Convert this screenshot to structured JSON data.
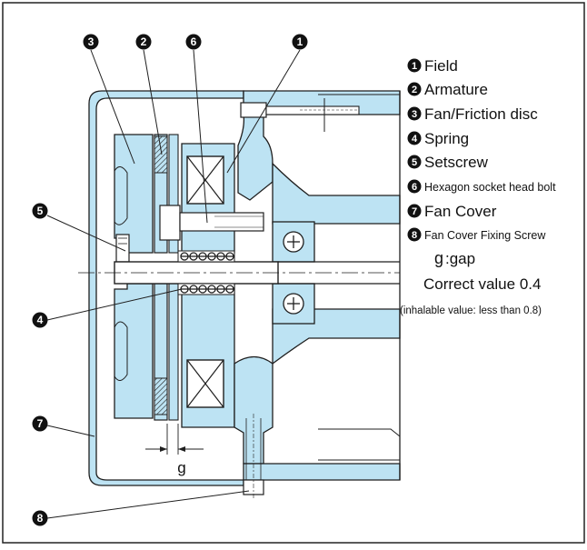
{
  "colors": {
    "part_fill": "#bde3f3",
    "outline": "#1f1f1f",
    "badge": "#111111",
    "background": "#ffffff"
  },
  "callouts": [
    "3",
    "2",
    "6",
    "1",
    "5",
    "4",
    "7",
    "8"
  ],
  "legend": [
    {
      "num": "1",
      "label": "Field"
    },
    {
      "num": "2",
      "label": "Armature"
    },
    {
      "num": "3",
      "label": "Fan/Friction disc"
    },
    {
      "num": "4",
      "label": "Spring"
    },
    {
      "num": "5",
      "label": "Setscrew"
    },
    {
      "num": "6",
      "label": "Hexagon socket head bolt"
    },
    {
      "num": "7",
      "label": "Fan Cover"
    },
    {
      "num": "8",
      "label": "Fan Cover Fixing Screw"
    }
  ],
  "gap": {
    "symbol": "g",
    "text": ":gap",
    "correct": "Correct value 0.4",
    "inhalable": "(inhalable value: less than 0.8)"
  },
  "icons": [
    "filled-circle-number-badge",
    "bearing-cross-circle",
    "coil-spring",
    "hatched-friction-lining"
  ]
}
